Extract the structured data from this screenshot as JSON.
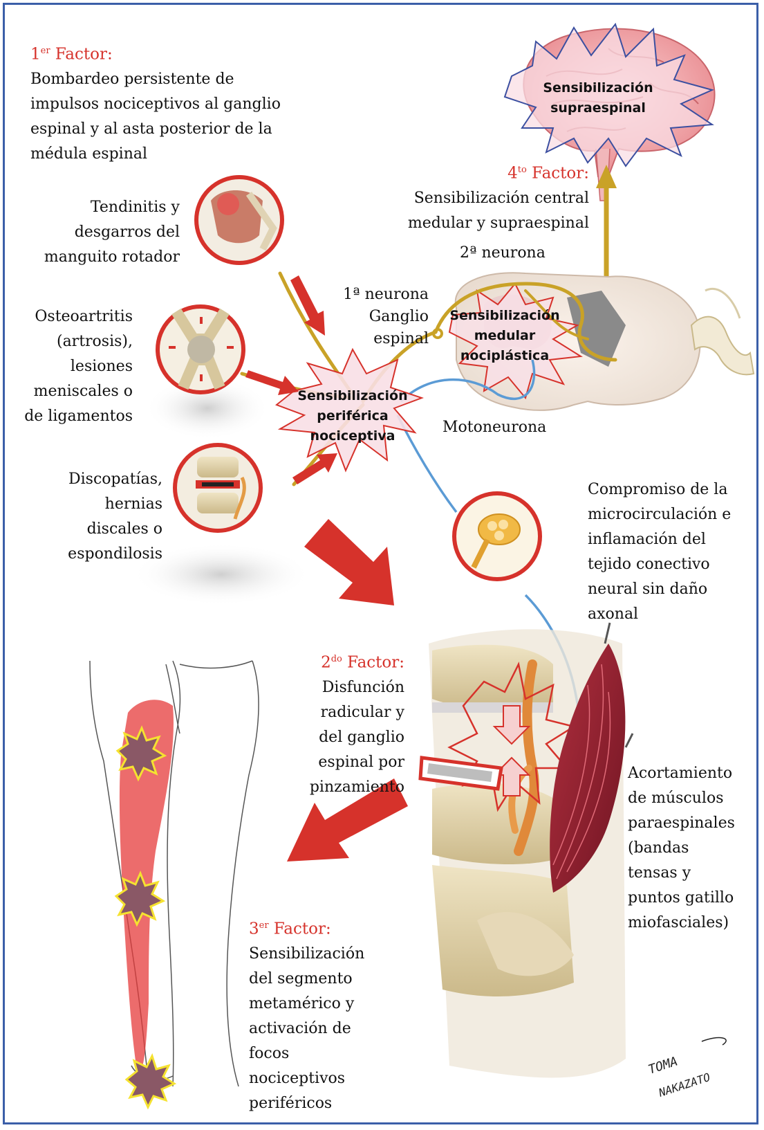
{
  "factor1": {
    "num": "1",
    "sup": "er",
    "word": "Factor:",
    "lines": [
      "Bombardeo persistente de",
      "impulsos nociceptivos al ganglio",
      "espinal y al asta posterior de la",
      "médula espinal"
    ]
  },
  "factor2": {
    "num": "2",
    "sup": "do",
    "word": "Factor:",
    "lines": [
      "Disfunción",
      "radicular y",
      "del ganglio",
      "espinal por",
      "pinzamiento"
    ]
  },
  "factor3": {
    "num": "3",
    "sup": "er",
    "word": "Factor:",
    "lines": [
      "Sensibilización",
      "del segmento",
      "metamérico y",
      "activación de",
      "focos",
      "nociceptivos",
      "periféricos"
    ]
  },
  "factor4": {
    "num": "4",
    "sup": "to",
    "word": "Factor:",
    "lines": [
      "Sensibilización central",
      "medular y supraespinal"
    ]
  },
  "labels": {
    "tendinitis": [
      "Tendinitis y",
      "desgarros del",
      "manguito rotador"
    ],
    "osteoartritis": [
      "Osteoartritis",
      "(artrosis),",
      "lesiones",
      "meniscales o",
      "de ligamentos"
    ],
    "discopatias": [
      "Discopatías,",
      "hernias",
      "discales o",
      "espondilosis"
    ],
    "neurona1": [
      "1ª neurona",
      "Ganglio",
      "espinal"
    ],
    "neurona2": "2ª neurona",
    "motoneurona": "Motoneurona",
    "compromiso": [
      "Compromiso de la",
      "microcirculación e",
      "inflamación del",
      "tejido conectivo",
      "neural sin daño",
      "axonal"
    ],
    "acortamiento": [
      "Acortamiento",
      "de músculos",
      "paraespinales",
      "(bandas",
      "tensas y",
      "puntos gatillo",
      "miofasciales)"
    ]
  },
  "bursts": {
    "periferica": [
      "Sensibilización",
      "periférica",
      "nociceptiva"
    ],
    "medular": [
      "Sensibilización",
      "medular",
      "nociplástica"
    ],
    "supraespinal": [
      "Sensibilización",
      "supraespinal"
    ]
  },
  "signature": [
    "TOMA",
    "NAKAZATO"
  ],
  "colors": {
    "factor_red": "#d6322b",
    "frame_blue": "#3b5fa8",
    "nerve_gold": "#c9a227",
    "nerve_blue": "#5b9bd5",
    "burst_fill": "#f8dfe6"
  }
}
